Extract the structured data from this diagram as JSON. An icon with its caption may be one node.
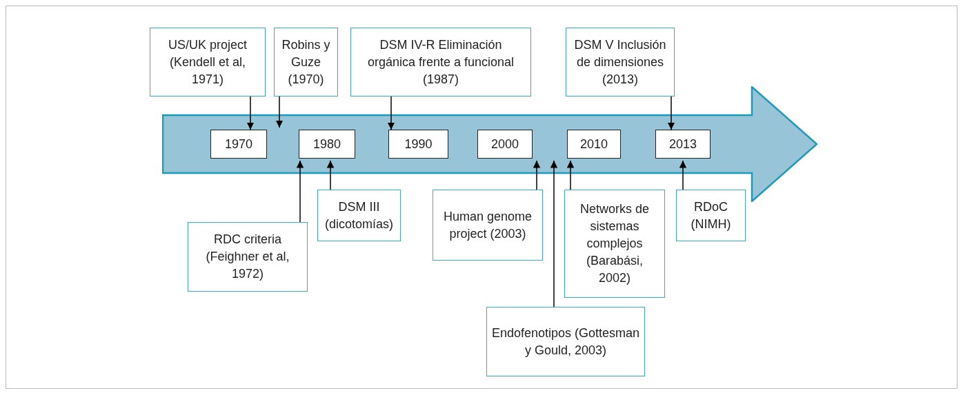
{
  "diagram": {
    "nodes": [
      {
        "text": [],
        "shape": "arrow"
      },
      {
        "text": [
          "1970"
        ],
        "in": 0
      },
      {
        "text": [
          "1980"
        ],
        "in": 0
      },
      {
        "text": [
          "1990"
        ],
        "in": 0
      },
      {
        "text": [
          "2000"
        ],
        "in": 0
      },
      {
        "text": [
          "2010"
        ],
        "in": 0
      },
      {
        "text": [
          "2013"
        ],
        "in": 0
      },
      {
        "text": [
          "US/UK project (Kendell et al, 1971)"
        ]
      },
      {
        "text": [
          "Robins y Guze (1970)"
        ]
      },
      {
        "text": [
          "DSM IV-R Eliminación orgánica frente a funcional (1987)"
        ]
      },
      {
        "text": [
          "DSM V Inclusión de dimensiones (2013)"
        ]
      },
      {
        "text": [
          "RDC criteria (Feighner et al, 1972)"
        ]
      },
      {
        "text": [
          "DSM III (dicotomías)"
        ]
      },
      {
        "text": [
          "Human genome project (2003)"
        ]
      },
      {
        "text": [
          "Networks de sistemas complejos (Barabási, 2002)"
        ]
      },
      {
        "text": [
          "RDoC (NIMH)"
        ]
      },
      {
        "text": [
          "Endofenotipos (Gottesman y Gould, 2003)"
        ]
      }
    ],
    "edges": [
      {
        "from": 7,
        "to": 1,
        "arrow": "to"
      },
      {
        "from": 8,
        "to": 0,
        "arrow": "to"
      },
      {
        "from": 9,
        "to": 3,
        "arrow": "to"
      },
      {
        "from": 10,
        "to": 6,
        "arrow": "to"
      },
      {
        "from": 11,
        "to": 2,
        "arrow": "to"
      },
      {
        "from": 12,
        "to": 2,
        "arrow": "to"
      },
      {
        "from": 13,
        "to": 0,
        "arrow": "to"
      },
      {
        "from": 14,
        "to": 5,
        "arrow": "to"
      },
      {
        "from": 15,
        "to": 6,
        "arrow": "to"
      },
      {
        "from": 16,
        "to": 0,
        "arrow": "to"
      }
    ]
  }
}
